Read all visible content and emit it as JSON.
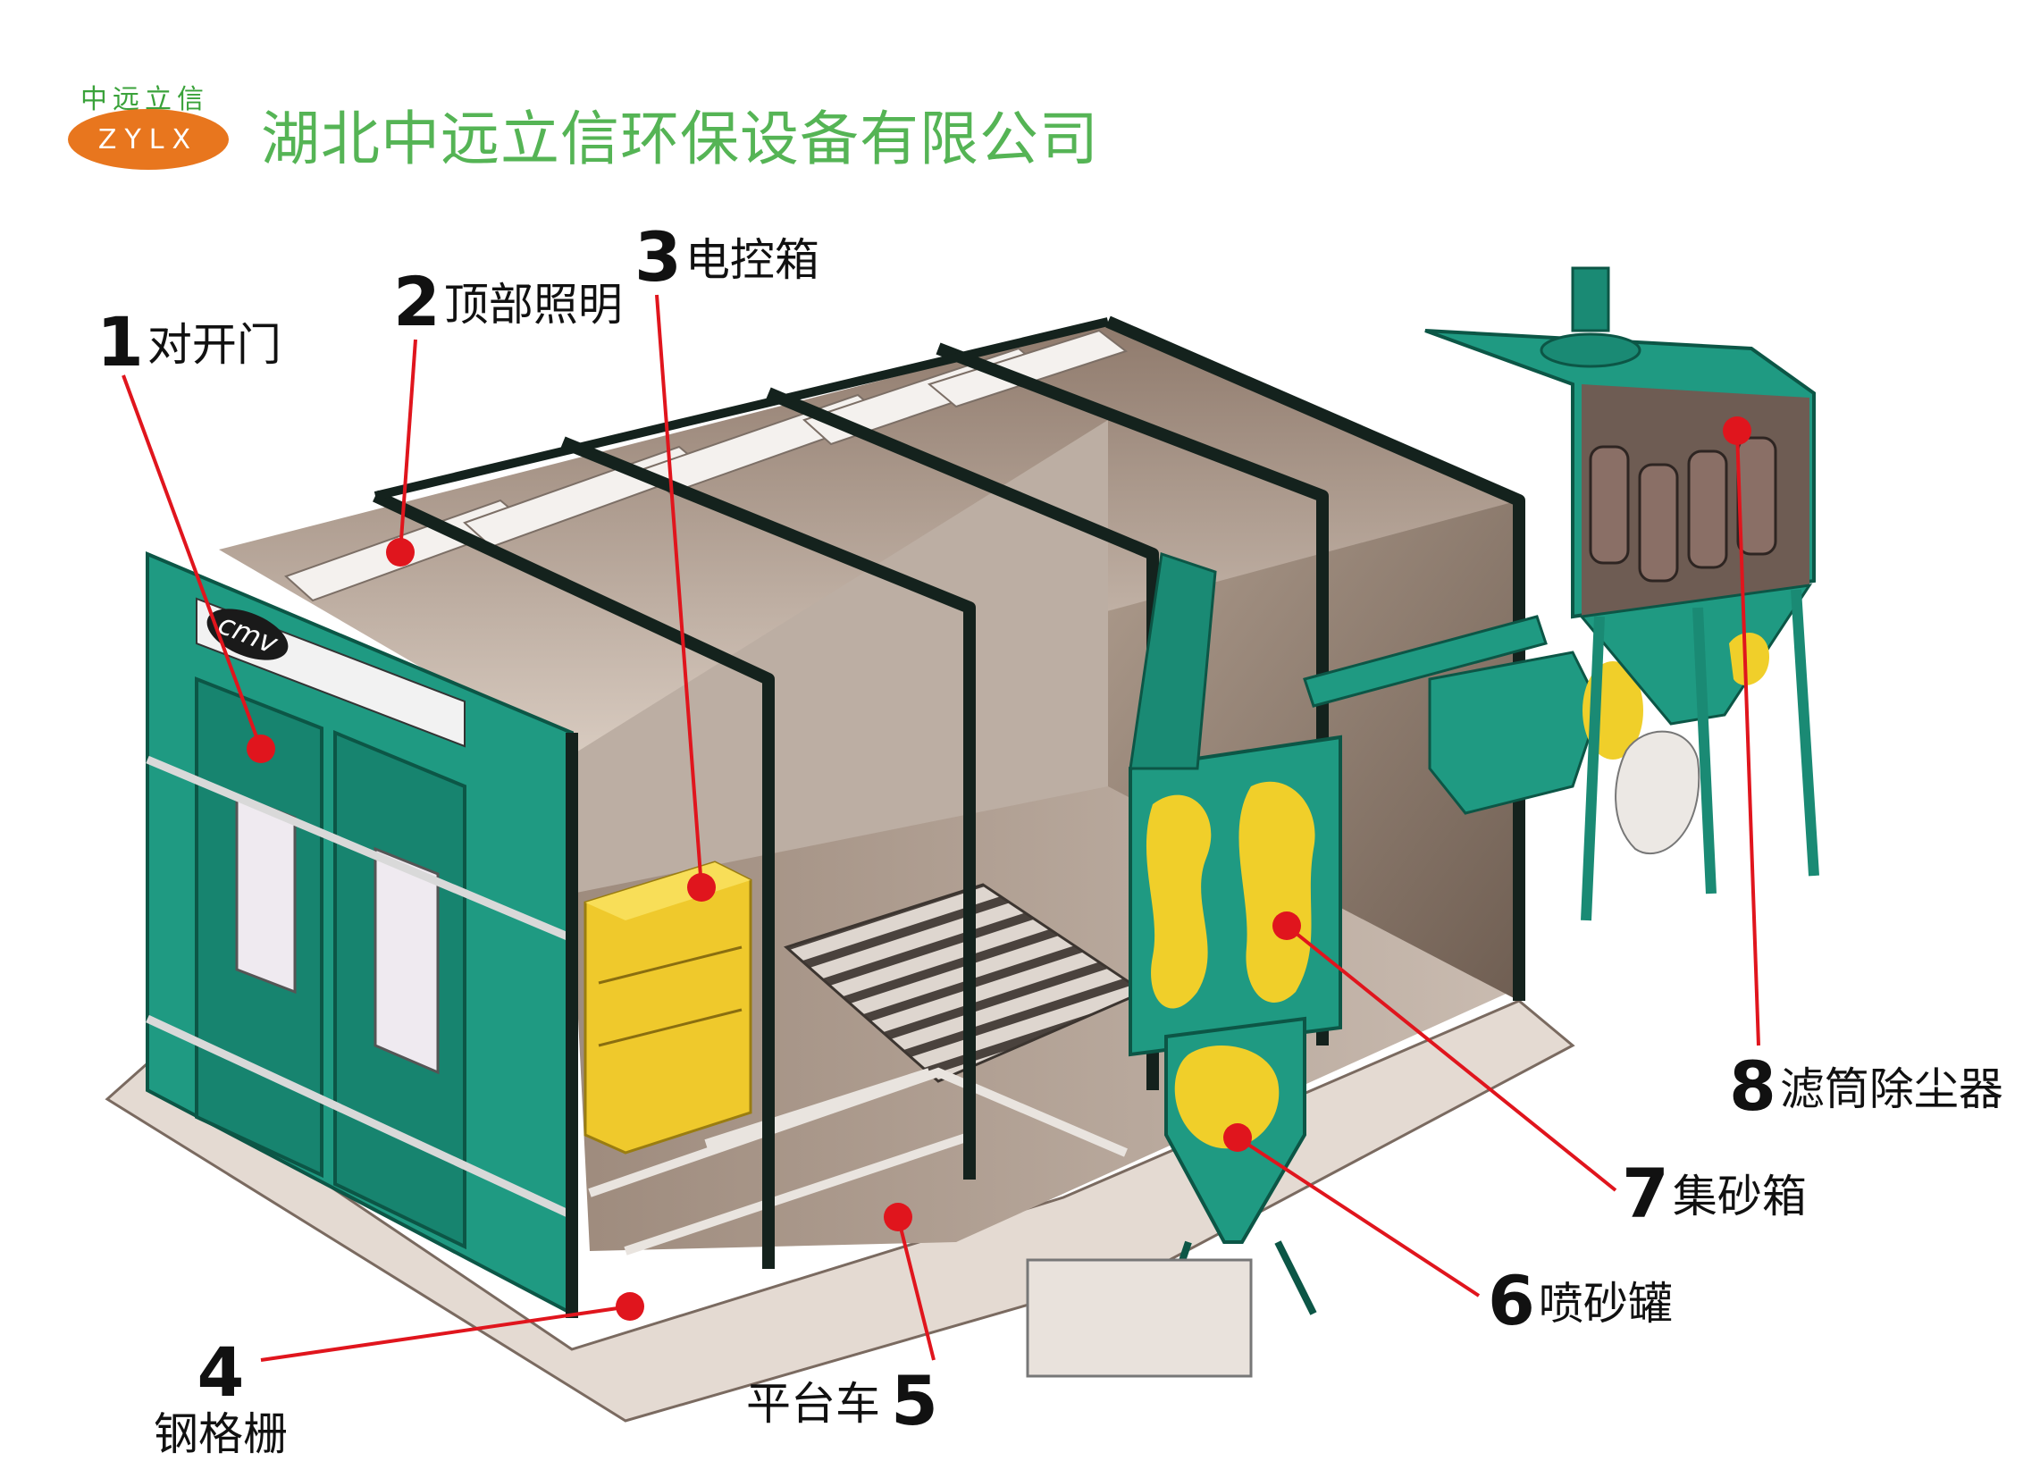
{
  "header": {
    "logo_cn": "中远立信",
    "logo_en": "ZYLX",
    "company": "湖北中远立信环保设备有限公司"
  },
  "nameplate": {
    "brand": "cmv"
  },
  "callouts": [
    {
      "num": "1",
      "text": "对开门"
    },
    {
      "num": "2",
      "text": "顶部照明"
    },
    {
      "num": "3",
      "text": "电控箱"
    },
    {
      "num": "4",
      "text": "钢格栅"
    },
    {
      "num": "5",
      "text": "平台车"
    },
    {
      "num": "6",
      "text": "喷砂罐"
    },
    {
      "num": "7",
      "text": "集砂箱"
    },
    {
      "num": "8",
      "text": "滤筒除尘器"
    }
  ],
  "colors": {
    "teal": "#1f9a82",
    "teal_dark": "#0f6b57",
    "taupe": "#a08c7e",
    "yellow": "#f0cf2a",
    "callout_red": "#e0151d",
    "logo_orange": "#e8761e",
    "company_green": "#55b455"
  }
}
